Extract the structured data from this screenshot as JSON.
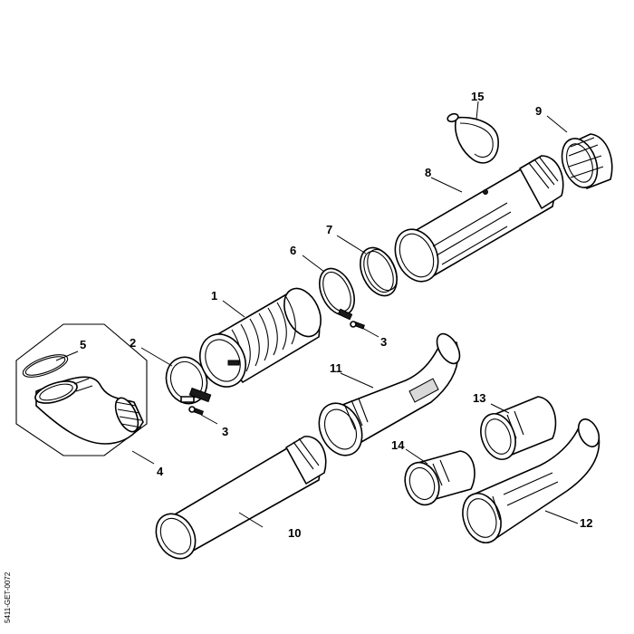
{
  "callouts": {
    "c1": "1",
    "c2": "2",
    "c3a": "3",
    "c3b": "3",
    "c4": "4",
    "c5": "5",
    "c6": "6",
    "c7": "7",
    "c8": "8",
    "c9": "9",
    "c10": "10",
    "c11": "11",
    "c12": "12",
    "c13": "13",
    "c14": "14",
    "c15": "15"
  },
  "drawing_code": "5411-GET-0072"
}
